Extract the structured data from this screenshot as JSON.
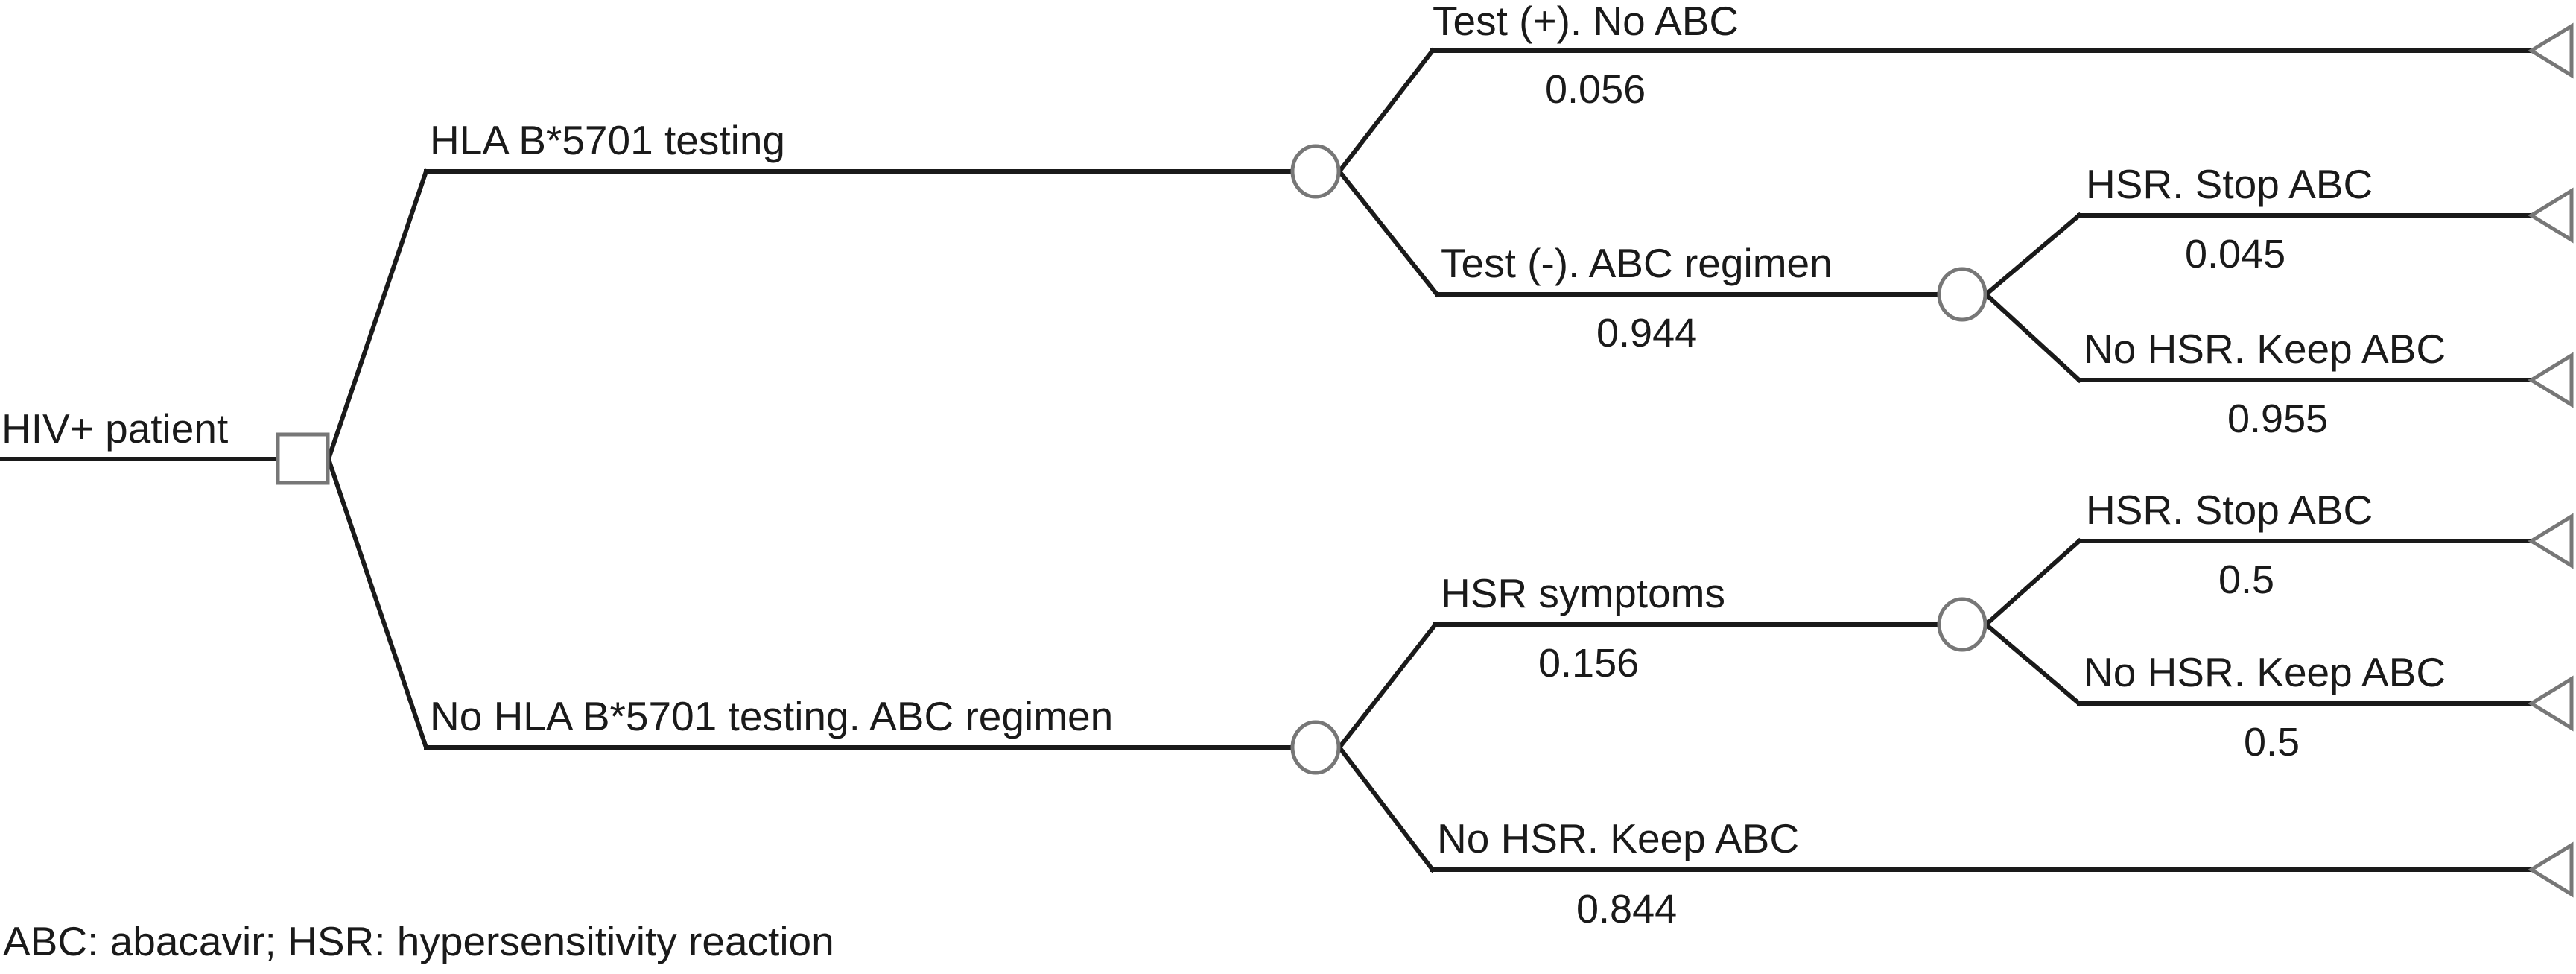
{
  "colors": {
    "background": "#ffffff",
    "line": "#1a1a1a",
    "text": "#1a1a1a",
    "decision_node_stroke": "#646464",
    "chance_node_stroke": "#8c8c8c",
    "terminal_node_stroke": "#666666"
  },
  "footnote": "ABC: abacavir; HSR: hypersensitivity reaction",
  "tree": {
    "root": {
      "label": "HIV+ patient",
      "node": "decision-square"
    },
    "branches": {
      "hla_testing": {
        "label": "HLA B*5701 testing",
        "probability": "",
        "node": "chance-circle"
      },
      "test_pos": {
        "label": "Test (+). No ABC",
        "probability": "0.056",
        "node": "terminal-triangle"
      },
      "test_neg": {
        "label": "Test (-). ABC regimen",
        "probability": "0.944",
        "node": "chance-circle"
      },
      "test_neg_hsr": {
        "label": "HSR. Stop ABC",
        "probability": "0.045",
        "node": "terminal-triangle"
      },
      "test_neg_no_hsr": {
        "label": "No HSR. Keep ABC",
        "probability": "0.955",
        "node": "terminal-triangle"
      },
      "no_testing": {
        "label": "No HLA B*5701 testing. ABC regimen",
        "probability": "",
        "node": "chance-circle"
      },
      "hsr_symptoms": {
        "label": "HSR symptoms",
        "probability": "0.156",
        "node": "chance-circle"
      },
      "symptoms_hsr": {
        "label": "HSR. Stop ABC",
        "probability": "0.5",
        "node": "terminal-triangle"
      },
      "symptoms_no_hsr": {
        "label": "No HSR. Keep ABC",
        "probability": "0.5",
        "node": "terminal-triangle"
      },
      "no_test_no_hsr": {
        "label": "No HSR. Keep ABC",
        "probability": "0.844",
        "node": "terminal-triangle"
      }
    }
  }
}
